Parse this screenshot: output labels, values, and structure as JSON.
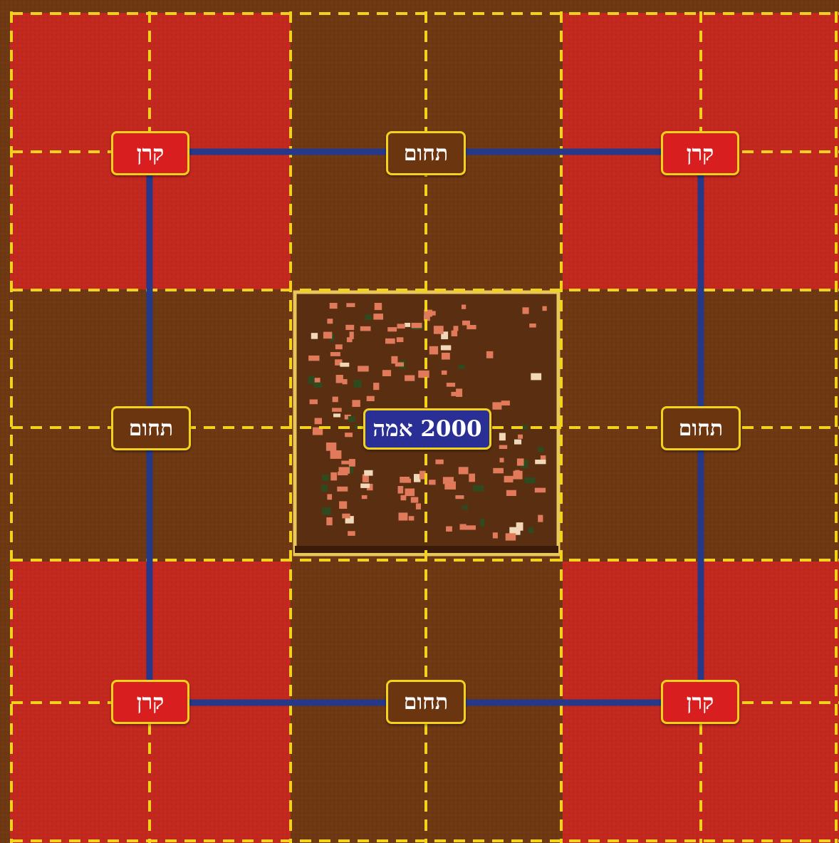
{
  "labels": {
    "corner": "קרן",
    "border": "תחום",
    "center": "2000 אמה"
  },
  "colors": {
    "corner_fill": "#c2281e",
    "border_fill": "#6e3812",
    "grid_dash": "#f2d21a",
    "boundary_line": "#25388a",
    "center_label_bg": "#2a2f95"
  },
  "icons": [
    "town-houses-icon"
  ]
}
